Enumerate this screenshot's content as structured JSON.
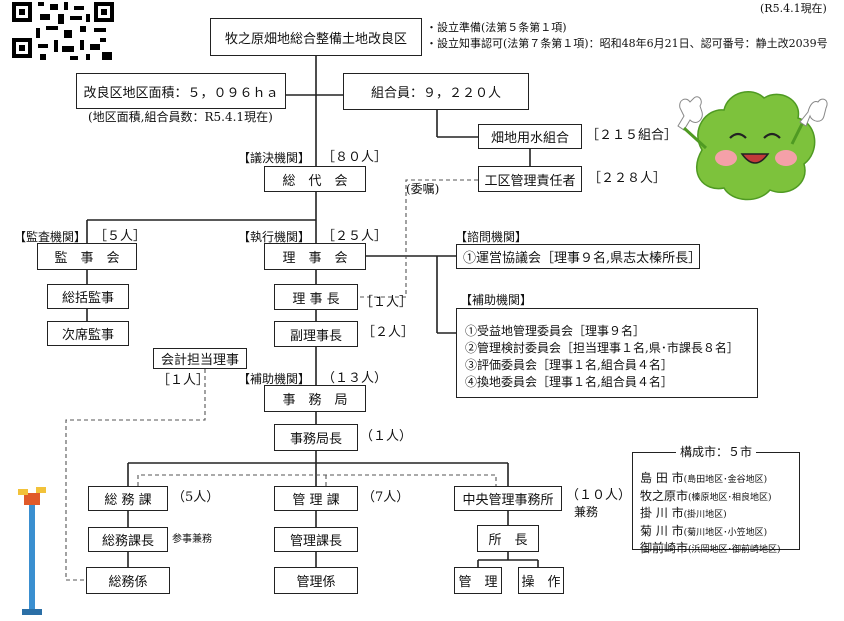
{
  "header": {
    "as_of": "(R5.4.1現在)",
    "org_name": "牧之原畑地総合整備土地改良区",
    "notes": [
      "・設立準備(法第５条第１項)",
      "・設立知事認可(法第７条第１項)：昭和48年6月21日、認可番号：静土改2039号"
    ]
  },
  "summary": {
    "area": "改良区地区面積：５，０９６ｈａ",
    "members": "組合員：９，２２０人",
    "basis_note": "(地区面積,組合員数：R5.4.1現在)"
  },
  "water_union": {
    "name": "畑地用水組合",
    "count": "［２１５組合］"
  },
  "district_manager": {
    "name": "工区管理責任者",
    "count": "［２２８人］",
    "delegation": "(委嘱)"
  },
  "council": {
    "tag": "【議決機関】",
    "count": "［８０人］",
    "name": "総　代　会"
  },
  "audit": {
    "tag": "【監査機関】",
    "count": "［５人］",
    "name": "監　事　会",
    "chief": "総括監事",
    "deputy": "次席監事"
  },
  "executive": {
    "tag": "【執行機関】",
    "count": "［２５人］",
    "name": "理　事　会",
    "chair": "理 事 長",
    "chair_count": "［１人］",
    "vice": "副理事長",
    "vice_count": "［２人］",
    "accountant": "会計担当理事",
    "accountant_count": "［１人］"
  },
  "advisory": {
    "tag": "【諮問機関】",
    "item": "①運営協議会［理事９名,県志太榛所長］"
  },
  "assist": {
    "tag": "【補助機関】",
    "items": [
      "①受益地管理委員会［理事９名］",
      "②管理検討委員会［担当理事１名,県･市課長８名］",
      "③評価委員会［理事１名,組合員４名］",
      "④換地委員会［理事１名,組合員４名］"
    ]
  },
  "office": {
    "tag": "【補助機関】",
    "count": "（１３人）",
    "name": "事　務　局",
    "director": "事務局長",
    "director_count": "（１人）"
  },
  "sections": {
    "general": {
      "name": "総 務 課",
      "count": "（5人）",
      "head": "総務課長",
      "head_note": "参事兼務",
      "staff": "総務係"
    },
    "management": {
      "name": "管 理 課",
      "count": "（7人）",
      "head": "管理課長",
      "staff": "管理係"
    },
    "central": {
      "name": "中央管理事務所",
      "count": "（１０人）",
      "note": "兼務",
      "head": "所　長",
      "staff1": "管　理",
      "staff2": "操　作"
    }
  },
  "cities": {
    "title": "構成市：５市",
    "rows": [
      {
        "name": "島 田 市",
        "area": "(島田地区･金谷地区)"
      },
      {
        "name": "牧之原市",
        "area": "(榛原地区･相良地区)"
      },
      {
        "name": "掛 川 市",
        "area": "(掛川地区)"
      },
      {
        "name": "菊 川 市",
        "area": "(菊川地区･小笠地区)"
      },
      {
        "name": "御前崎市",
        "area": "(浜岡地区･御前崎地区)"
      }
    ]
  },
  "colors": {
    "line": "#222222",
    "mascot_green": "#7dc23c",
    "mascot_dark": "#4f9a22",
    "cheek": "#f4a0a8"
  }
}
